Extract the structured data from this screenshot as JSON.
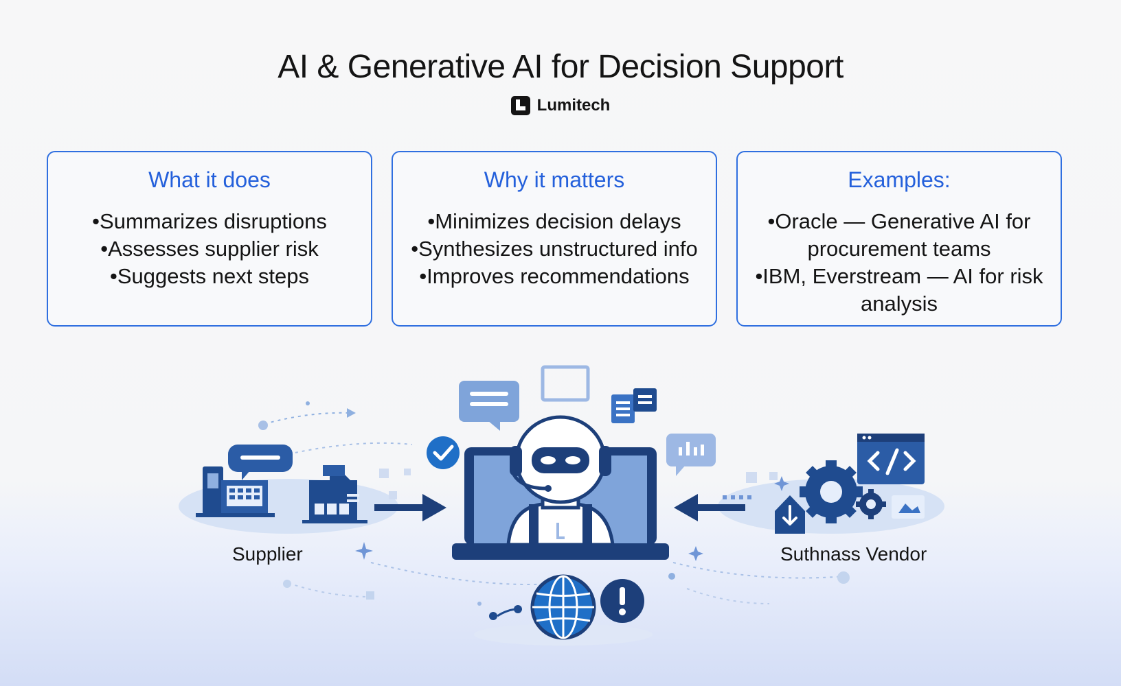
{
  "header": {
    "title": "AI & Generative AI for Decision Support",
    "brand": "Lumitech"
  },
  "cards": [
    {
      "title": "What it does",
      "items": [
        "Summarizes disruptions",
        "Assesses supplier risk",
        "Suggests next steps"
      ]
    },
    {
      "title": "Why it matters",
      "items": [
        "Minimizes decision delays",
        "Synthesizes unstructured info",
        "Improves recommendations"
      ]
    },
    {
      "title": "Examples:",
      "items": [
        "Oracle — Generative AI for procurement teams",
        "IBM, Everstream — AI for risk analysis"
      ]
    }
  ],
  "illustration": {
    "left_label": "Supplier",
    "right_label": "Suthnass Vendor"
  },
  "colors": {
    "accent": "#2f6fe0",
    "navy": "#1d3f7a",
    "light_blue": "#9db8e4"
  }
}
